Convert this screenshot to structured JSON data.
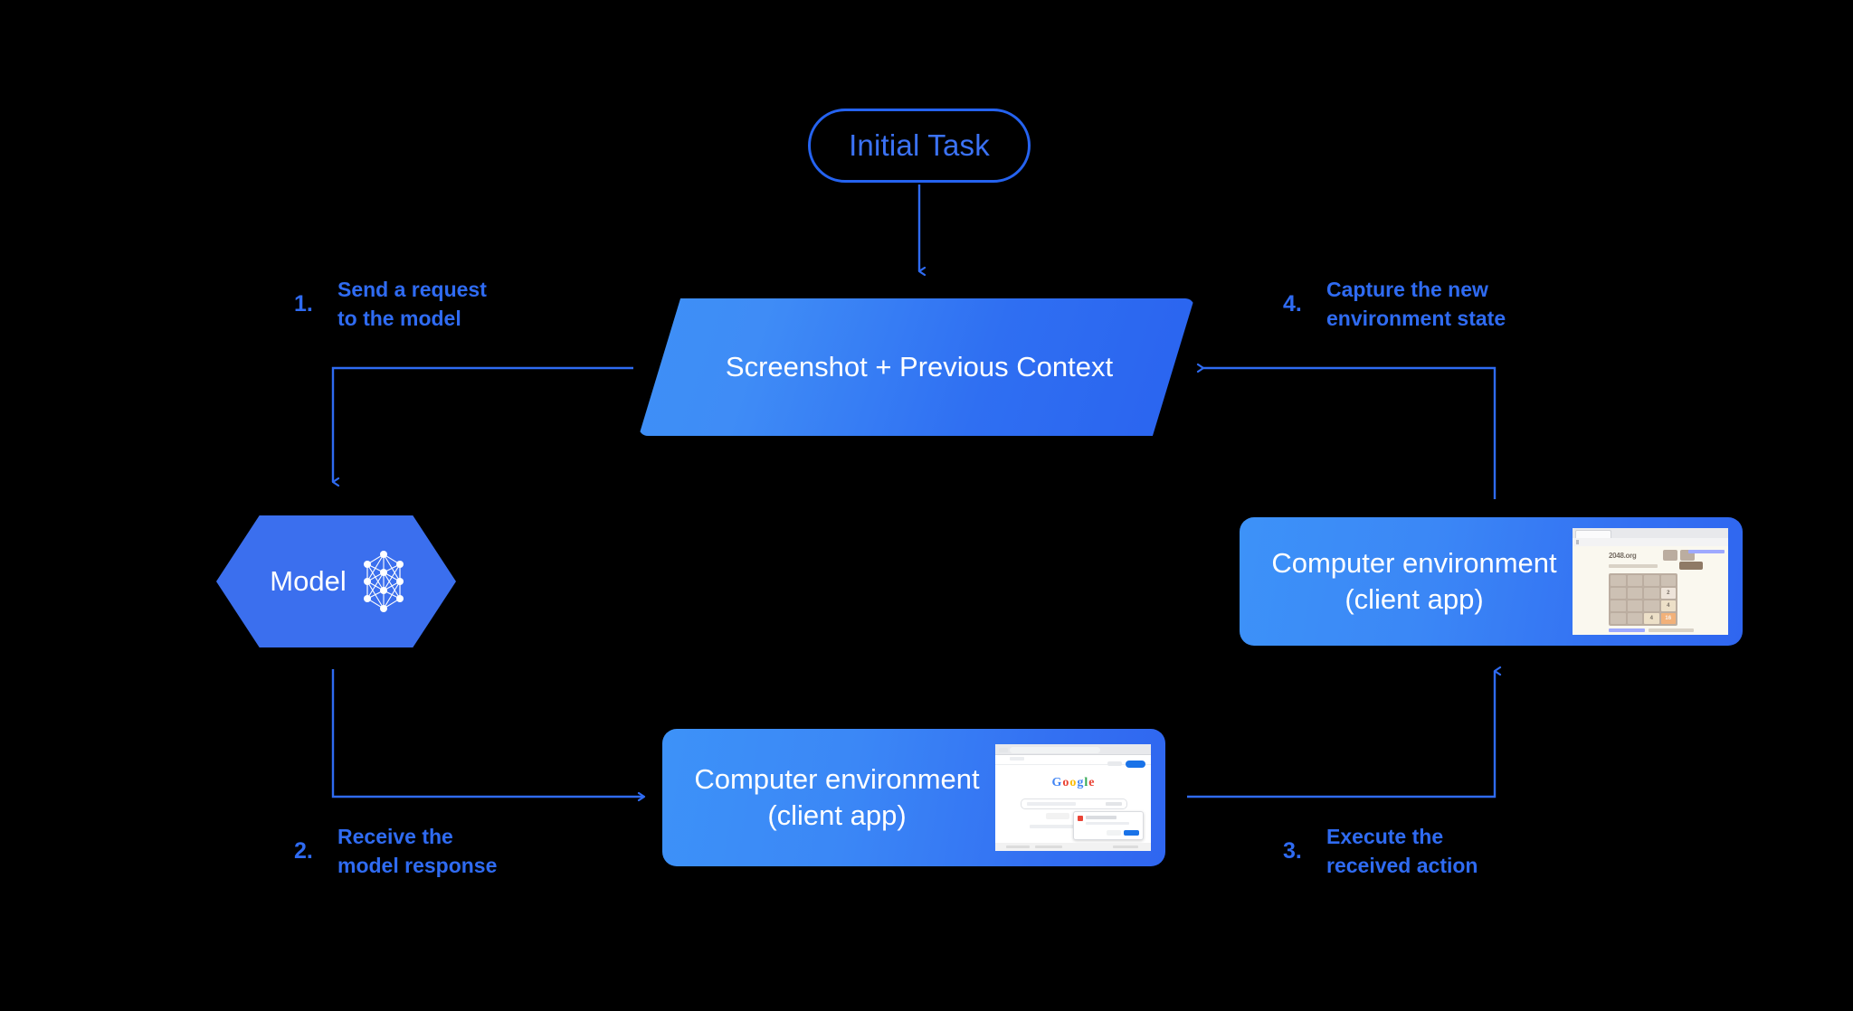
{
  "diagram": {
    "title": "Computer use agent loop",
    "background_color": "#000000",
    "accent_color": "#3b72f5",
    "node_gradient_from": "#3d92f8",
    "node_gradient_to": "#2a63ef"
  },
  "nodes": {
    "initial_task": {
      "label": "Initial Task"
    },
    "screenshot_context": {
      "label": "Screenshot + Previous\nContext"
    },
    "model": {
      "label": "Model",
      "icon": "neural-network-icon"
    },
    "environment_right": {
      "label": "Computer environment\n(client app)",
      "thumbnail": "2048-game-screenshot"
    },
    "environment_bottom": {
      "label": "Computer environment\n(client app)",
      "thumbnail": "google-search-screenshot"
    }
  },
  "steps": [
    {
      "number": "1.",
      "text": "Send a request\nto the model"
    },
    {
      "number": "2.",
      "text": "Receive the\nmodel response"
    },
    {
      "number": "3.",
      "text": "Execute the\nreceived action"
    },
    {
      "number": "4.",
      "text": "Capture the new\nenvironment state"
    }
  ],
  "thumbnails": {
    "game_2048": {
      "site_title": "2048.org",
      "grid": [
        [
          "",
          "",
          "",
          ""
        ],
        [
          "",
          "",
          "",
          "2"
        ],
        [
          "",
          "",
          "",
          "4"
        ],
        [
          "",
          "",
          "4",
          "16"
        ]
      ]
    },
    "google": {
      "logo_letters": [
        {
          "char": "G",
          "color": "#4285f4"
        },
        {
          "char": "o",
          "color": "#ea4335"
        },
        {
          "char": "o",
          "color": "#fbbc05"
        },
        {
          "char": "g",
          "color": "#4285f4"
        },
        {
          "char": "l",
          "color": "#34a853"
        },
        {
          "char": "e",
          "color": "#ea4335"
        }
      ]
    }
  }
}
